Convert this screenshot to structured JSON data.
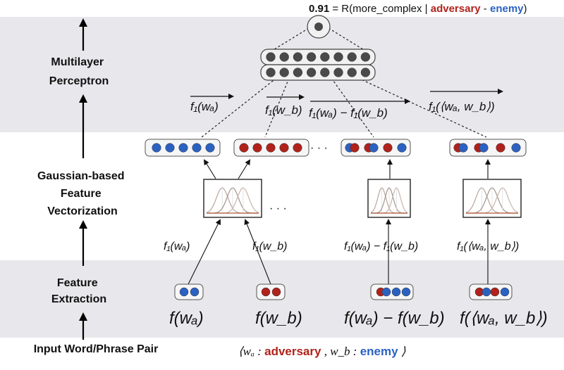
{
  "header": {
    "score": "0.91",
    "formula_prefix": " = R(more_complex | ",
    "word_a": "adversary",
    "dash": " - ",
    "word_b": "enemy",
    "formula_suffix": ")"
  },
  "stages": {
    "mlp": [
      "Multilayer",
      "Perceptron"
    ],
    "gaussian": [
      "Gaussian-based",
      "Feature",
      "Vectorization"
    ],
    "extraction": [
      "Feature",
      "Extraction"
    ],
    "input": "Input Word/Phrase Pair"
  },
  "vector_labels": {
    "v1": "f₁(wₐ)",
    "v2": "f₁(w_b)",
    "v3": "f₁(wₐ) − f₁(w_b)",
    "v4": "f₁(⟨wₐ, w_b⟩)"
  },
  "mid_labels": {
    "m1": "f₁(wₐ)",
    "m2": "f₁(w_b)",
    "m3": "f₁(wₐ) − f₁(w_b)",
    "m4": "f₁(⟨wₐ, w_b⟩)"
  },
  "bottom_labels": {
    "b1": "f(wₐ)",
    "b2": "f(w_b)",
    "b3": "f(wₐ) − f(w_b)",
    "b4": "f(⟨wₐ, w_b⟩)"
  },
  "input_pair": {
    "open": "⟨wₐ : ",
    "word_a": "adversary",
    "mid": " , w_b : ",
    "word_b": "enemy",
    "close": " ⟩"
  },
  "ellipsis": "· · ·",
  "colors": {
    "red": "#b0221b",
    "blue": "#2b62c2",
    "band": "#e8e8ec",
    "node": "#4a4a4a"
  }
}
